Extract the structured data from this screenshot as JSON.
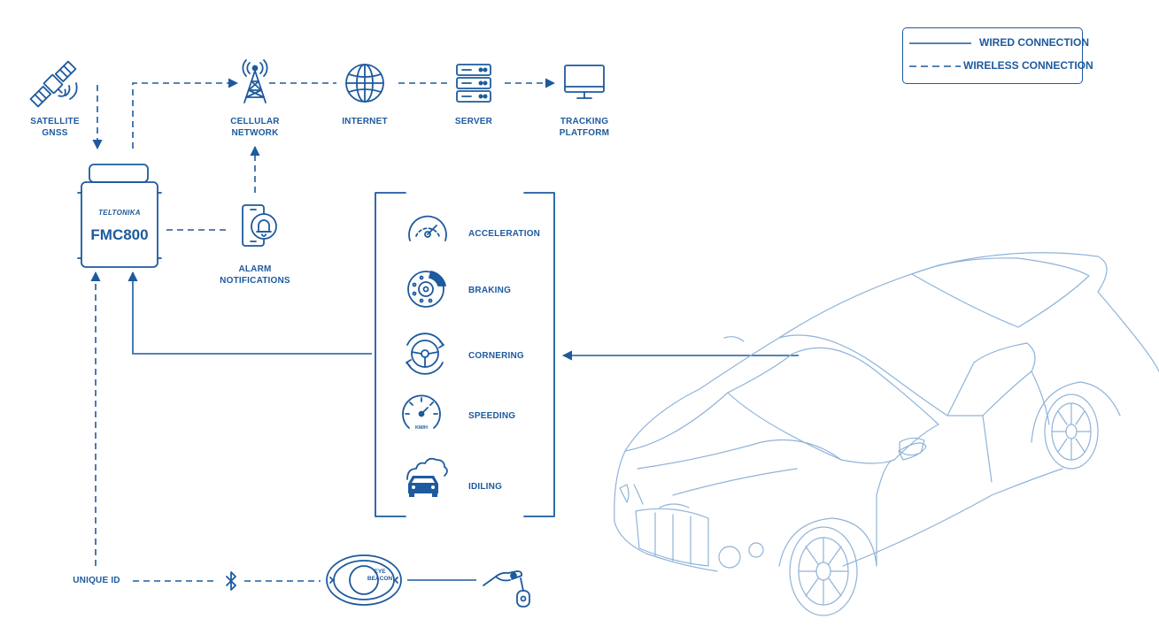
{
  "colors": {
    "primary": "#1d5a9e",
    "background": "#ffffff",
    "car_line": "#8fb3d9"
  },
  "legend": {
    "wired": "WIRED CONNECTION",
    "wireless": "WIRELESS CONNECTION"
  },
  "device": {
    "brand": "TELTONIKA",
    "model": "FMC800"
  },
  "nodes": {
    "satellite": "SATELLITE\nGNSS",
    "cellular": "CELLULAR\nNETWORK",
    "internet": "INTERNET",
    "server": "SERVER",
    "tracking": "TRACKING\nPLATFORM",
    "alarm": "ALARM\nNOTIFICATIONS",
    "unique_id": "UNIQUE ID"
  },
  "beacon": {
    "text": "EYE\nBEACON"
  },
  "behaviors": [
    {
      "label": "ACCELERATION",
      "icon": "gauge-icon"
    },
    {
      "label": "BRAKING",
      "icon": "brake-disc-icon"
    },
    {
      "label": "CORNERING",
      "icon": "steering-wheel-icon"
    },
    {
      "label": "SPEEDING",
      "icon": "speedometer-icon",
      "unit": "KM/H"
    },
    {
      "label": "IDILING",
      "icon": "car-exhaust-icon"
    }
  ]
}
